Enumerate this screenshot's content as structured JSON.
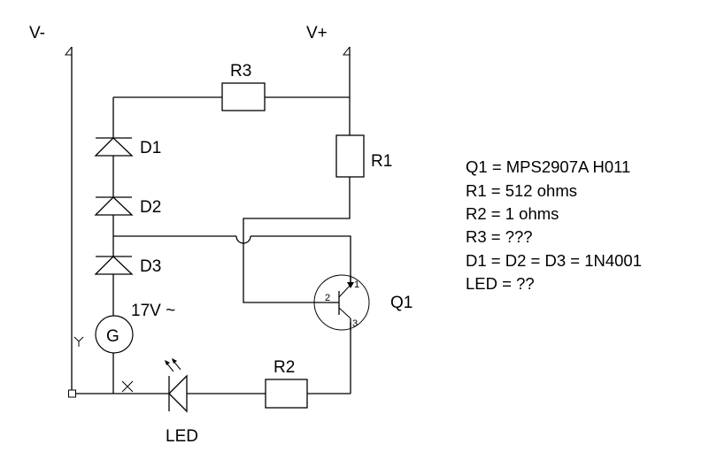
{
  "diagram": {
    "type": "circuit-schematic",
    "rails": {
      "negative": "V-",
      "positive": "V+"
    },
    "components": {
      "R3": {
        "label": "R3"
      },
      "R1": {
        "label": "R1"
      },
      "R2": {
        "label": "R2"
      },
      "D1": {
        "label": "D1"
      },
      "D2": {
        "label": "D2"
      },
      "D3": {
        "label": "D3"
      },
      "G": {
        "label": "G",
        "annotation": "17V ~"
      },
      "Q1": {
        "label": "Q1",
        "pins": [
          "1",
          "2",
          "3"
        ]
      },
      "LED": {
        "label": "LED"
      }
    },
    "markers": {
      "y_mark": "Y",
      "x_mark": "X"
    },
    "spec_list": [
      "Q1 = MPS2907A H011",
      "R1 = 512 ohms",
      "R2 = 1 ohms",
      "R3 = ???",
      "D1 = D2 = D3 = 1N4001",
      "LED = ??"
    ]
  }
}
